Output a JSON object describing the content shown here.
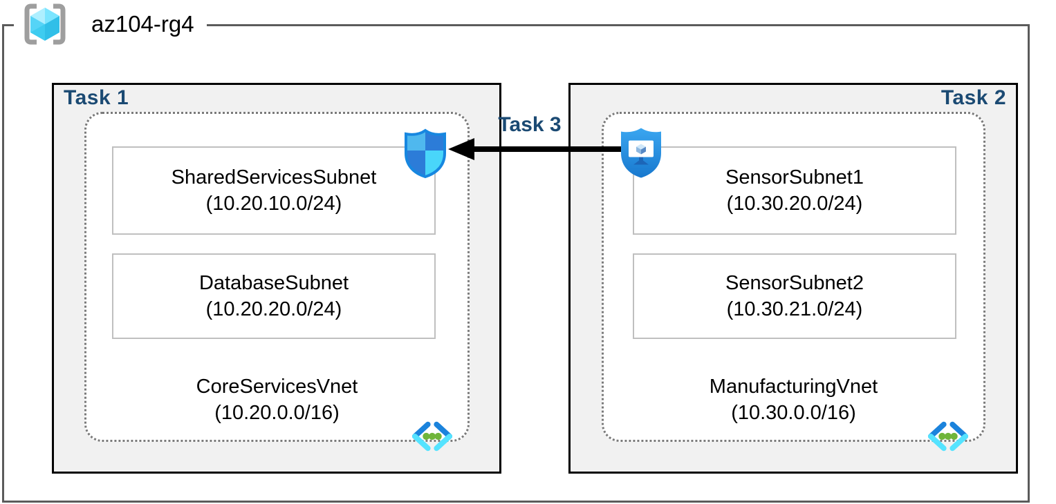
{
  "resource_group": {
    "name": "az104-rg4"
  },
  "labels": {
    "task1": "Task 1",
    "task2": "Task 2",
    "task3": "Task 3"
  },
  "vnets": [
    {
      "name": "CoreServicesVnet",
      "cidr": "(10.20.0.0/16)",
      "subnets": [
        {
          "name": "SharedServicesSubnet",
          "cidr": "(10.20.10.0/24)"
        },
        {
          "name": "DatabaseSubnet",
          "cidr": "(10.20.20.0/24)"
        }
      ]
    },
    {
      "name": "ManufacturingVnet",
      "cidr": "(10.30.0.0/16)",
      "subnets": [
        {
          "name": "SensorSubnet1",
          "cidr": "(10.30.20.0/24)"
        },
        {
          "name": "SensorSubnet2",
          "cidr": "(10.30.21.0/24)"
        }
      ]
    }
  ],
  "icons": {
    "resource_group": "azure-resource-group-icon",
    "virtual_network": "azure-virtual-network-icon",
    "network_security": "network-security-shield-icon",
    "bastion": "shield-monitor-icon"
  },
  "colors": {
    "task_label": "#1B4A73",
    "task_box_fill": "#F1F1F1",
    "task_box_border": "#000000",
    "rg_border": "#5B5B5B",
    "vnet_border_dotted": "#7A7A7A",
    "subnet_border": "#BFBFBF",
    "arrow": "#000000",
    "azure_blue": "#2C7CD8",
    "azure_cyan": "#50E6FF",
    "vnet_dot_green": "#6FB53A"
  }
}
